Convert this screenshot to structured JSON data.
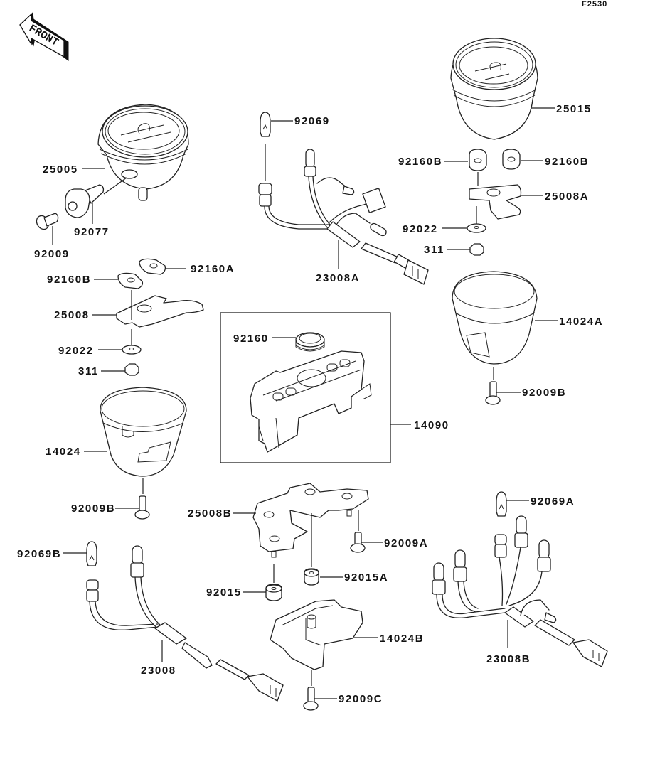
{
  "figure_id": "F2530",
  "direction_indicator": {
    "label": "FRONT",
    "icon": "arrow-left-icon"
  },
  "callouts": {
    "speedometer": "25005",
    "tachometer": "25015",
    "gear": "92077",
    "screw_92009": "92009",
    "bulb_92069": "92069",
    "harness_23008A": "23008A",
    "damper_left_92160B": "92160B",
    "damper_left_92160A": "92160A",
    "bracket_25008": "25008",
    "washer_left": "92022",
    "nut_left": "311",
    "damper_right_92160B_a": "92160B",
    "damper_right_92160B_b": "92160B",
    "bracket_25008A": "25008A",
    "washer_right": "92022",
    "nut_right": "311",
    "cover_14024": "14024",
    "screw_left_92009B": "92009B",
    "cover_14024A": "14024A",
    "screw_right_92009B": "92009B",
    "grommet_92160": "92160",
    "panel_14090": "14090",
    "bracket_25008B": "25008B",
    "screw_92009A": "92009A",
    "collar_92015A": "92015A",
    "collar_92015": "92015",
    "bulb_92069B": "92069B",
    "harness_23008": "23008",
    "cover_14024B": "14024B",
    "screw_92009C": "92009C",
    "bulb_92069A": "92069A",
    "harness_23008B": "23008B"
  }
}
